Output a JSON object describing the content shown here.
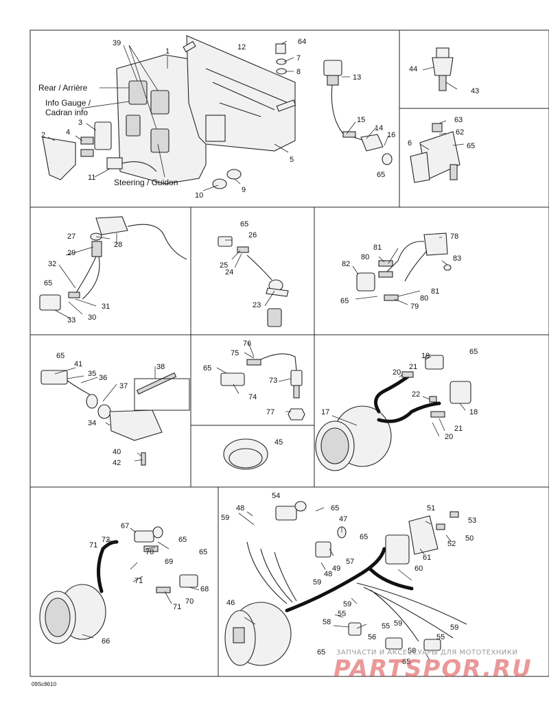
{
  "diagram_code": "09Sc8610",
  "annotations": {
    "rear": "Rear / Arrière",
    "info_gauge_1": "Info Gauge /",
    "info_gauge_2": "Cadran info",
    "steering": "Steering / Guidon"
  },
  "watermark": {
    "line1": "ЗАПЧАСТИ И АКСЕССУАРЫ ДЛЯ МОТОТЕХНИКИ",
    "line2": "PARTSPOR.RU"
  },
  "callouts": [
    "1",
    "2",
    "3",
    "4",
    "5",
    "6",
    "7",
    "8",
    "9",
    "10",
    "11",
    "12",
    "13",
    "14",
    "15",
    "16",
    "17",
    "18",
    "19",
    "20",
    "21",
    "22",
    "23",
    "24",
    "25",
    "26",
    "27",
    "28",
    "29",
    "30",
    "31",
    "32",
    "33",
    "34",
    "35",
    "36",
    "37",
    "38",
    "39",
    "40",
    "41",
    "42",
    "43",
    "44",
    "45",
    "46",
    "47",
    "48",
    "49",
    "50",
    "51",
    "52",
    "53",
    "54",
    "55",
    "56",
    "57",
    "58",
    "59",
    "60",
    "61",
    "62",
    "63",
    "64",
    "65",
    "66",
    "67",
    "68",
    "69",
    "70",
    "71",
    "72",
    "73",
    "74",
    "75",
    "76",
    "77",
    "78",
    "79",
    "80",
    "81",
    "82",
    "83"
  ],
  "colors": {
    "line": "#222222",
    "paper": "#ffffff",
    "watermark_red": "#d94444"
  }
}
